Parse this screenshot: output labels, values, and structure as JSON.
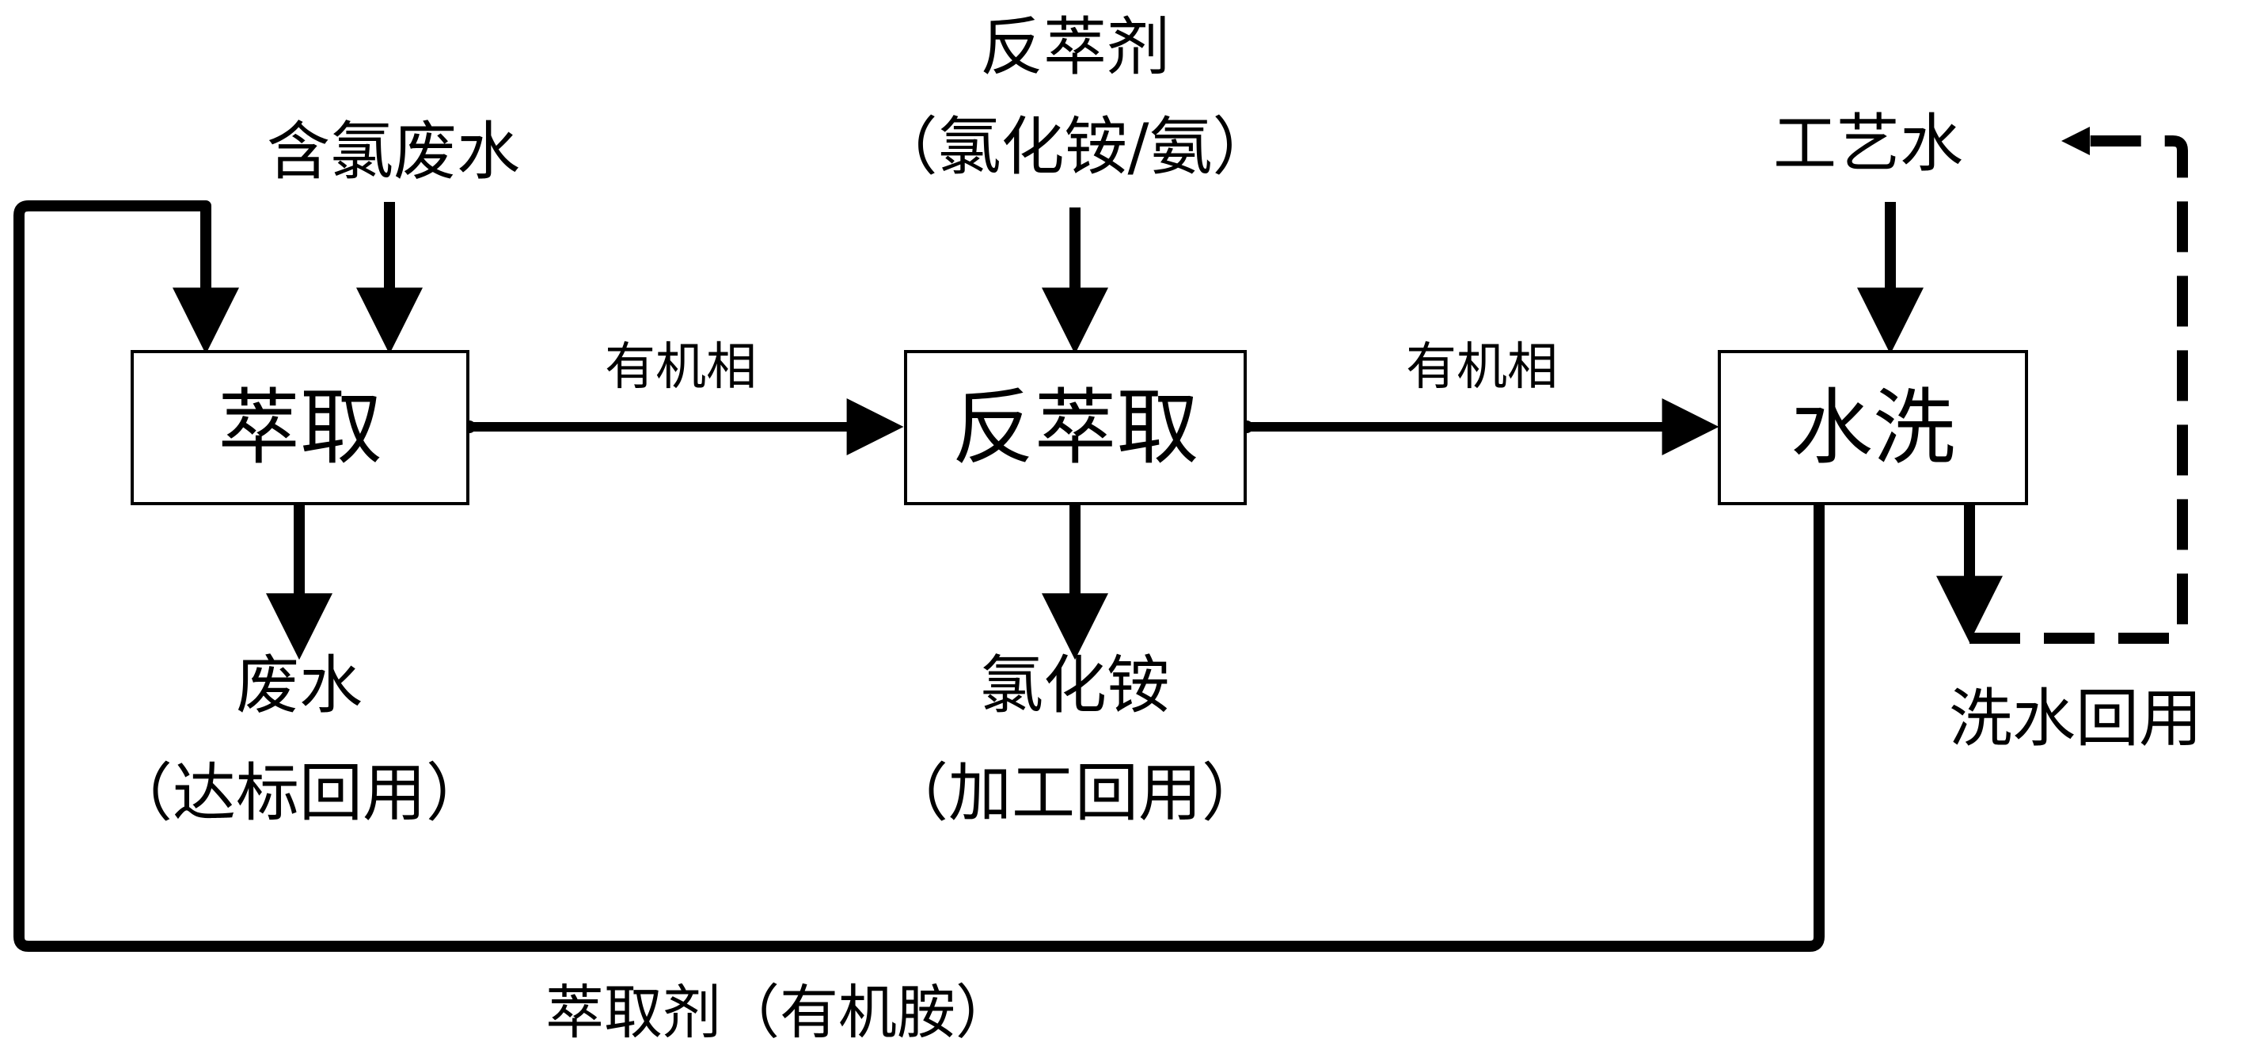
{
  "nodes": {
    "extraction": "萃取",
    "stripping": "反萃取",
    "water_wash": "水洗"
  },
  "inputs": {
    "chlorine_wastewater": "含氯废水",
    "stripping_agent": "反萃剂",
    "stripping_agent_detail": "（氯化铵/氨）",
    "process_water": "工艺水"
  },
  "outputs": {
    "wastewater": "废水",
    "wastewater_detail": "（达标回用）",
    "ammonium_chloride": "氯化铵",
    "ammonium_chloride_detail": "（加工回用）",
    "wash_water_reuse": "洗水回用"
  },
  "streams": {
    "organic_phase_1": "有机相",
    "organic_phase_2": "有机相",
    "extractant_recycle": "萃取剂（有机胺）"
  }
}
